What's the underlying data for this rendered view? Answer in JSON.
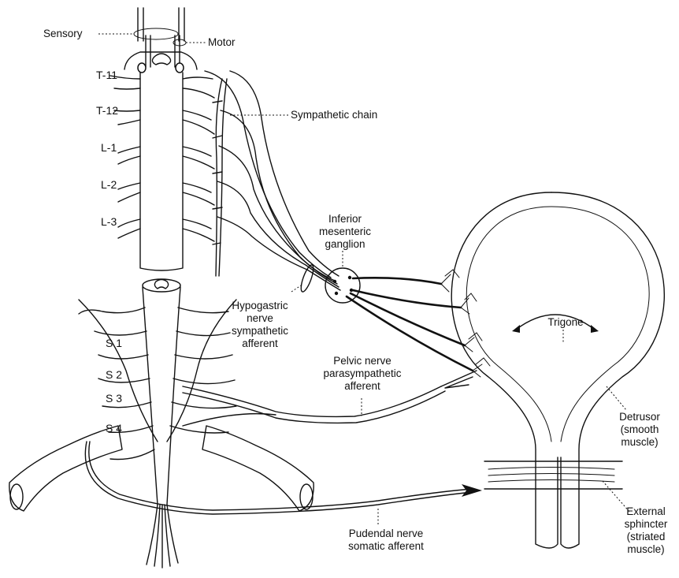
{
  "labels": {
    "sensory": "Sensory",
    "motor": "Motor",
    "sympathetic_chain": "Sympathetic chain",
    "inferior_mesenteric_1": "Inferior",
    "inferior_mesenteric_2": "mesenteric",
    "inferior_mesenteric_3": "ganglion",
    "hypogastric_1": "Hypogastric",
    "hypogastric_2": "nerve",
    "hypogastric_3": "sympathetic",
    "hypogastric_4": "afferent",
    "trigone": "Trigone",
    "pelvic_1": "Pelvic nerve",
    "pelvic_2": "parasympathetic",
    "pelvic_3": "afferent",
    "detrusor_1": "Detrusor",
    "detrusor_2": "(smooth",
    "detrusor_3": "muscle)",
    "pudendal_1": "Pudendal nerve",
    "pudendal_2": "somatic afferent",
    "external_1": "External",
    "external_2": "sphincter",
    "external_3": "(striated",
    "external_4": "muscle)"
  },
  "segments": {
    "t11": "T-11",
    "t12": "T-12",
    "l1": "L-1",
    "l2": "L-2",
    "l3": "L-3",
    "s1": "S 1",
    "s2": "S 2",
    "s3": "S 3",
    "s4": "S 4"
  }
}
